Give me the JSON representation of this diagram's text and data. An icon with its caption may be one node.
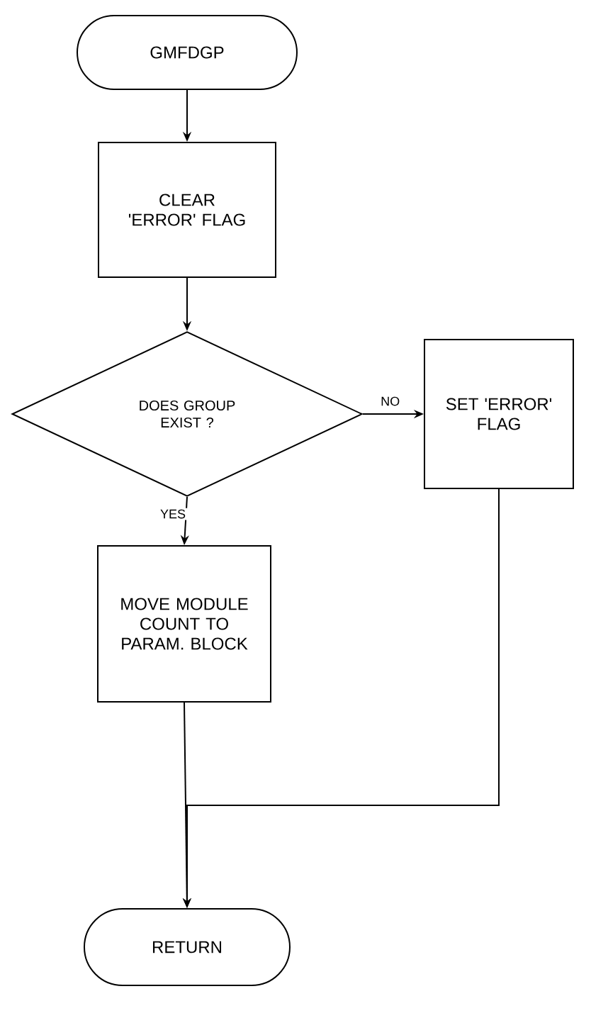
{
  "diagram": {
    "nodes": [
      {
        "text": [
          "GMFDGP"
        ]
      },
      {
        "text": [
          "CLEAR 'ERROR' FLAG"
        ]
      },
      {
        "text": [
          "DOES GROUP EXIST ?"
        ]
      },
      {
        "text": [
          "SET 'ERROR' FLAG"
        ]
      },
      {
        "text": [
          "MOVE MODULE COUNT TO PARAM. BLOCK"
        ]
      },
      {
        "text": [
          "RETURN"
        ]
      }
    ],
    "edges": [
      {
        "from": 0,
        "to": 1,
        "arrow": "to"
      },
      {
        "from": 1,
        "to": 2,
        "arrow": "to"
      },
      {
        "from": 2,
        "to": 3,
        "arrow": "to",
        "label": "NO"
      },
      {
        "from": 2,
        "to": 4,
        "arrow": "to",
        "label": "YES"
      },
      {
        "from": 4,
        "to": 5,
        "arrow": "to"
      },
      {
        "from": 3,
        "to": 5,
        "arrow": "to"
      }
    ]
  }
}
